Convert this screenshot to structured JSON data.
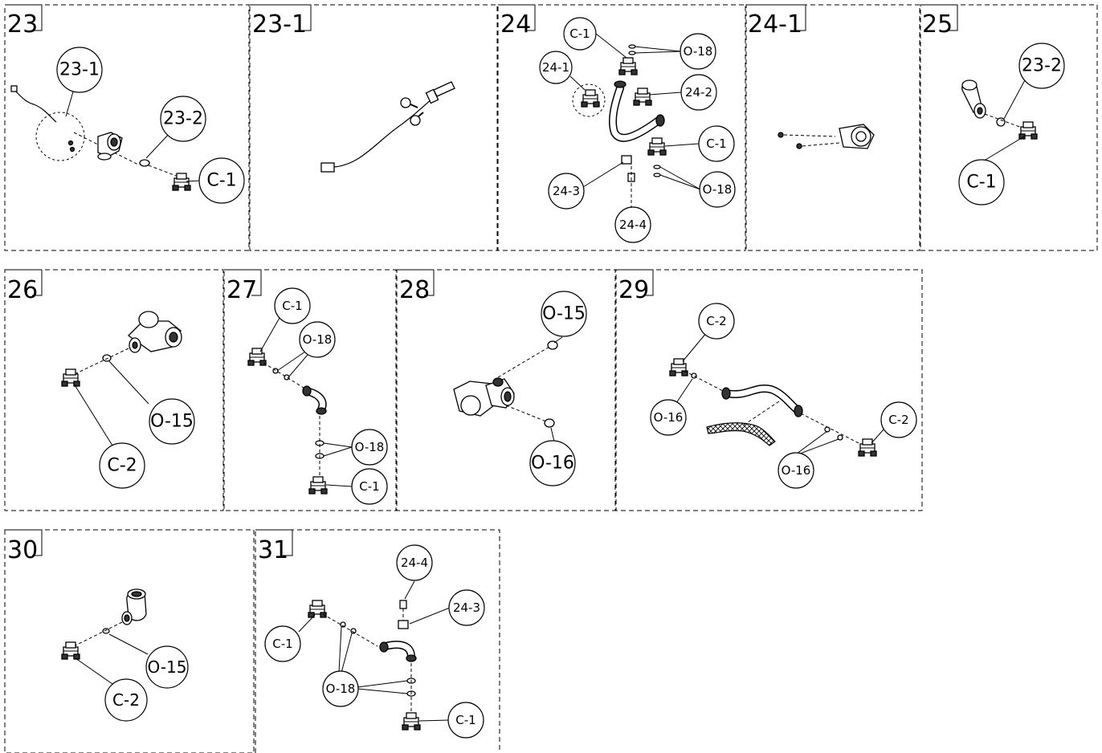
{
  "panels": {
    "p23": "23",
    "p23_1": "23-1",
    "p24": "24",
    "p24_1": "24-1",
    "p25": "25",
    "p26": "26",
    "p27": "27",
    "p28": "28",
    "p29": "29",
    "p30": "30",
    "p31": "31"
  },
  "callouts": {
    "p23": [
      "23-1",
      "23-2",
      "C-1"
    ],
    "p24": [
      "C-1",
      "O-18",
      "24-1",
      "24-2",
      "C-1",
      "24-3",
      "O-18",
      "24-4"
    ],
    "p25": [
      "23-2",
      "C-1"
    ],
    "p26": [
      "O-15",
      "C-2"
    ],
    "p27": [
      "C-1",
      "O-18",
      "O-18",
      "C-1"
    ],
    "p28": [
      "O-15",
      "O-16"
    ],
    "p29": [
      "C-2",
      "O-16",
      "C-2",
      "O-16"
    ],
    "p30": [
      "O-15",
      "C-2"
    ],
    "p31": [
      "24-4",
      "24-3",
      "C-1",
      "O-18",
      "C-1"
    ]
  }
}
